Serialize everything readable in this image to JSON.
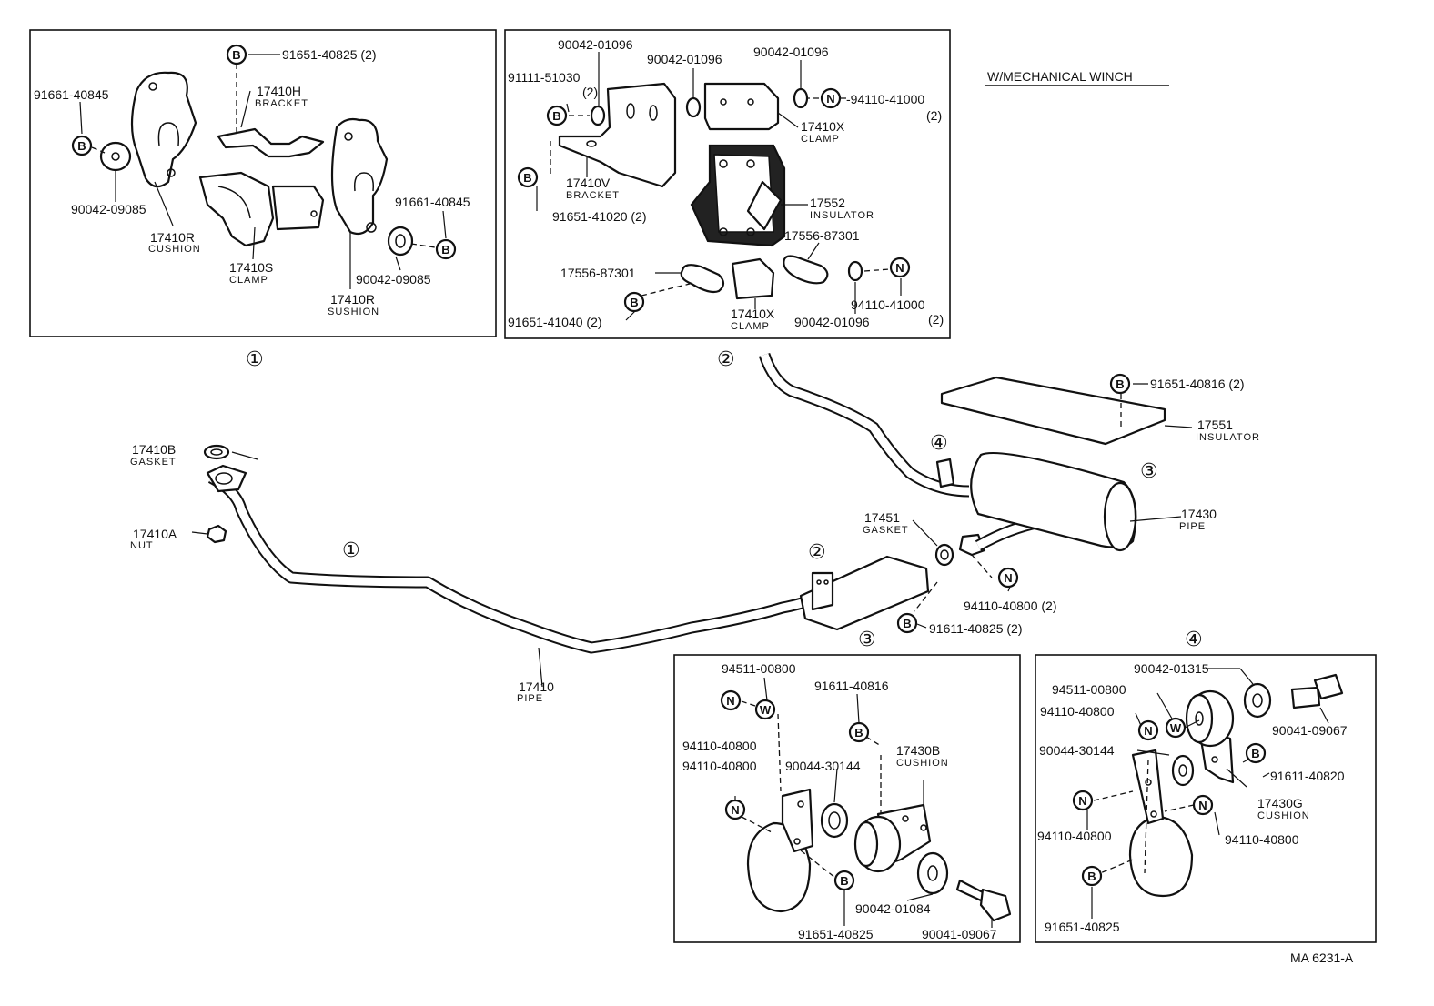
{
  "title": "W/MECHANICAL WINCH",
  "code": "MA 6231-A",
  "groups": {
    "g1": "①",
    "g2": "②",
    "g3": "③",
    "g4": "④"
  },
  "symbols": {
    "bolt": "B",
    "nut": "N",
    "washer": "W"
  },
  "main": {
    "p17410B": "17410B",
    "gasket": "GASKET",
    "p17410A": "17410A",
    "nut": "NUT",
    "p17410": "17410",
    "pipe": "PIPE",
    "p17451": "17451",
    "gasket2": "GASKET",
    "p94110_40800": "94110-40800 (2)",
    "p91611_40825": "91611-40825 (2)",
    "p17430": "17430",
    "pipe2": "PIPE",
    "p91651_40816": "91651-40816 (2)",
    "p17551": "17551",
    "insulator": "INSULATOR"
  },
  "box1": {
    "a": "91651-40825 (2)",
    "b": "17410H",
    "b_lbl": "BRACKET",
    "c": "91661-40845",
    "d": "90042-09085",
    "e": "17410R",
    "e_lbl": "CUSHION",
    "f": "17410S",
    "f_lbl": "CLAMP",
    "g": "91661-40845",
    "h": "90042-09085",
    "i": "17410R",
    "i_lbl": "SUSHION"
  },
  "box2": {
    "a": "90042-01096",
    "b": "90042-01096",
    "c": "90042-01096",
    "d": "91111-51030",
    "d2": "(2)",
    "e": "-94110-41000",
    "e2": "(2)",
    "f": "17410X",
    "f_lbl": "CLAMP",
    "g": "17410V",
    "g_lbl": "BRACKET",
    "h": "91651-41020 (2)",
    "i": "17552",
    "i_lbl": "INSULATOR",
    "j": "17556-87301",
    "k": "17556-87301",
    "l": "94110-41000",
    "l2": "(2)",
    "m": "91651-41040 (2)",
    "n": "17410X",
    "n_lbl": "CLAMP",
    "o": "90042-01096"
  },
  "box3": {
    "a": "94511-00800",
    "b": "91611-40816",
    "c": "94110-40800",
    "d": "94110-40800",
    "e": "90044-30144",
    "f": "17430B",
    "f_lbl": "CUSHION",
    "g": "90042-01084",
    "h": "91651-40825",
    "i": "90041-09067"
  },
  "box4": {
    "a": "90042-01315",
    "b": "94511-00800",
    "c": "94110-40800",
    "d": "90041-09067",
    "e": "90044-30144",
    "f": "91611-40820",
    "g": "17430G",
    "g_lbl": "CUSHION",
    "h": "94110-40800",
    "i": "94110-40800",
    "j": "91651-40825"
  }
}
